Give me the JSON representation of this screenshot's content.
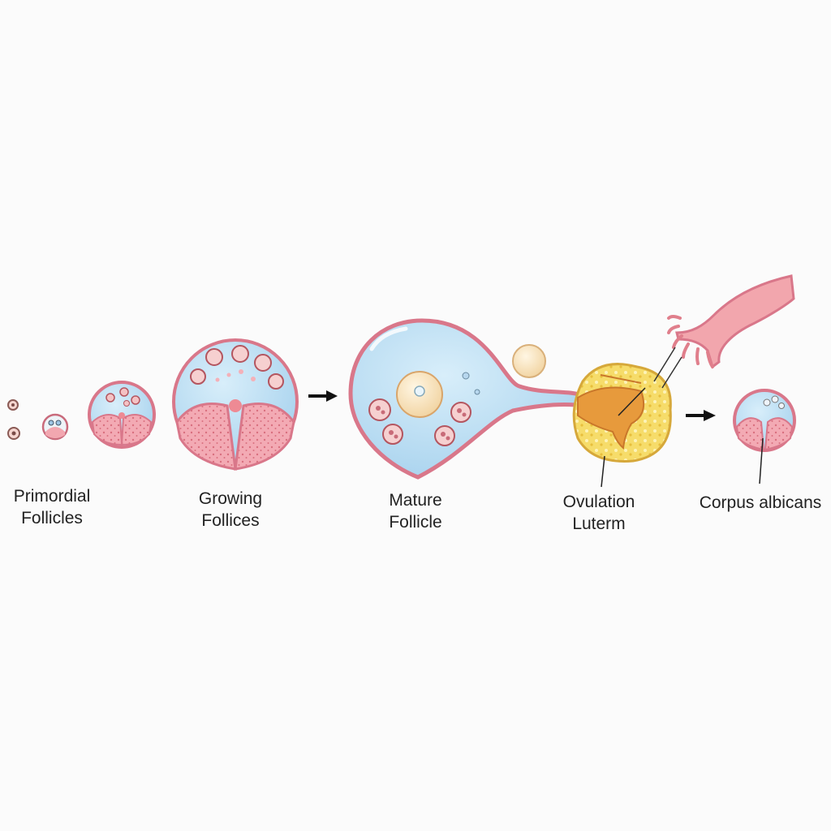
{
  "labels": {
    "primordial": {
      "line1": "Primordial",
      "line2": "Follicles"
    },
    "growing": {
      "line1": "Growing",
      "line2": "Follices"
    },
    "mature": {
      "line1": "Mature",
      "line2": "Follicle"
    },
    "ovulation": {
      "line1": "Ovulation",
      "line2": "Luterm"
    },
    "corpus": {
      "line1": "Corpus albicans"
    }
  },
  "colors": {
    "background": "#fbfbfb",
    "outline": "#d9778a",
    "antrum_fluid": "#bfe0f3",
    "granulosa": "#f2a7b0",
    "oocyte": "#f7dfb8",
    "corpus_luteum": "#f4d35a",
    "luteum_core": "#e79a3c",
    "fimbriae": "#f0a0a6",
    "arrow": "#111111"
  },
  "icons": [
    "arrow-right-icon",
    "arrow-right-icon"
  ]
}
